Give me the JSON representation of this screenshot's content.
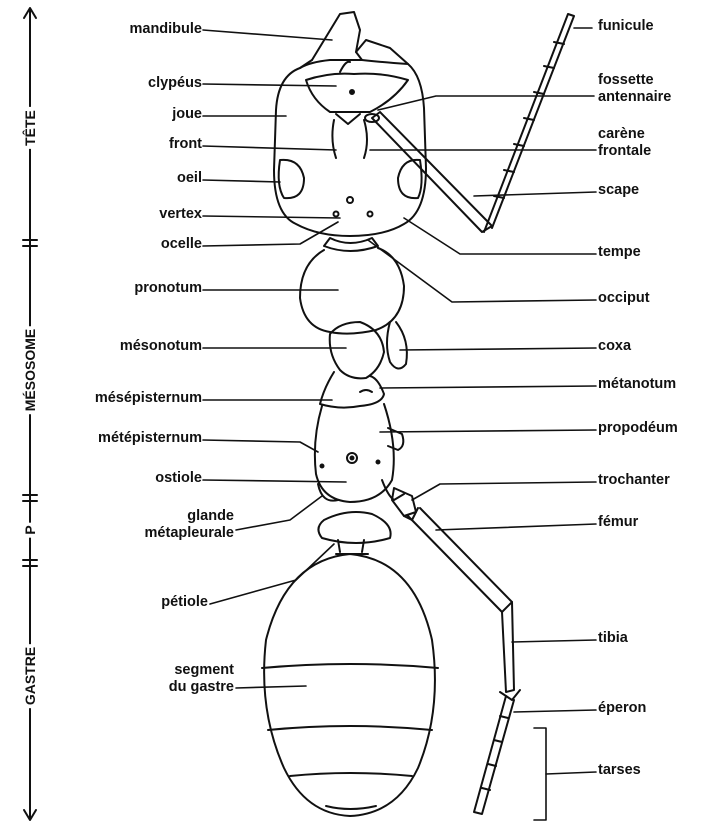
{
  "sections": {
    "tete": "TÊTE",
    "mesosome": "MÉSOSOME",
    "p": "P",
    "gastre": "GASTRE"
  },
  "labels_left": {
    "mandibule": "mandibule",
    "clypeus": "clypéus",
    "joue": "joue",
    "front": "front",
    "oeil": "oeil",
    "vertex": "vertex",
    "ocelle": "ocelle",
    "pronotum": "pronotum",
    "mesonotum": "mésonotum",
    "mesepisternum": "mésépisternum",
    "metepisternum": "métépisternum",
    "ostiole": "ostiole",
    "glande_1": "glande",
    "glande_2": "métapleurale",
    "petiole": "pétiole",
    "segment_1": "segment",
    "segment_2": "du gastre"
  },
  "labels_right": {
    "funicule": "funicule",
    "fossette_1": "fossette",
    "fossette_2": "antennaire",
    "carene_1": "carène",
    "carene_2": "frontale",
    "scape": "scape",
    "tempe": "tempe",
    "occiput": "occiput",
    "coxa": "coxa",
    "metanotum": "métanotum",
    "propodeum": "propodéum",
    "trochanter": "trochanter",
    "femur": "fémur",
    "tibia": "tibia",
    "eperon": "éperon",
    "tarses": "tarses"
  }
}
